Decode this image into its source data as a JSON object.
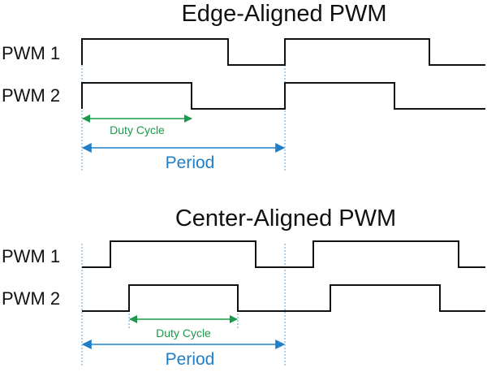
{
  "colors": {
    "wave": "#111111",
    "duty": "#1a9a4a",
    "period": "#1e7fc8",
    "guide": "#5aa0d8"
  },
  "edge": {
    "title": "Edge-Aligned PWM",
    "pwm1_label": "PWM 1",
    "pwm2_label": "PWM 2",
    "duty_label": "Duty Cycle",
    "period_label": "Period"
  },
  "center": {
    "title": "Center-Aligned PWM",
    "pwm1_label": "PWM 1",
    "pwm2_label": "PWM 2",
    "duty_label": "Duty Cycle",
    "period_label": "Period"
  }
}
